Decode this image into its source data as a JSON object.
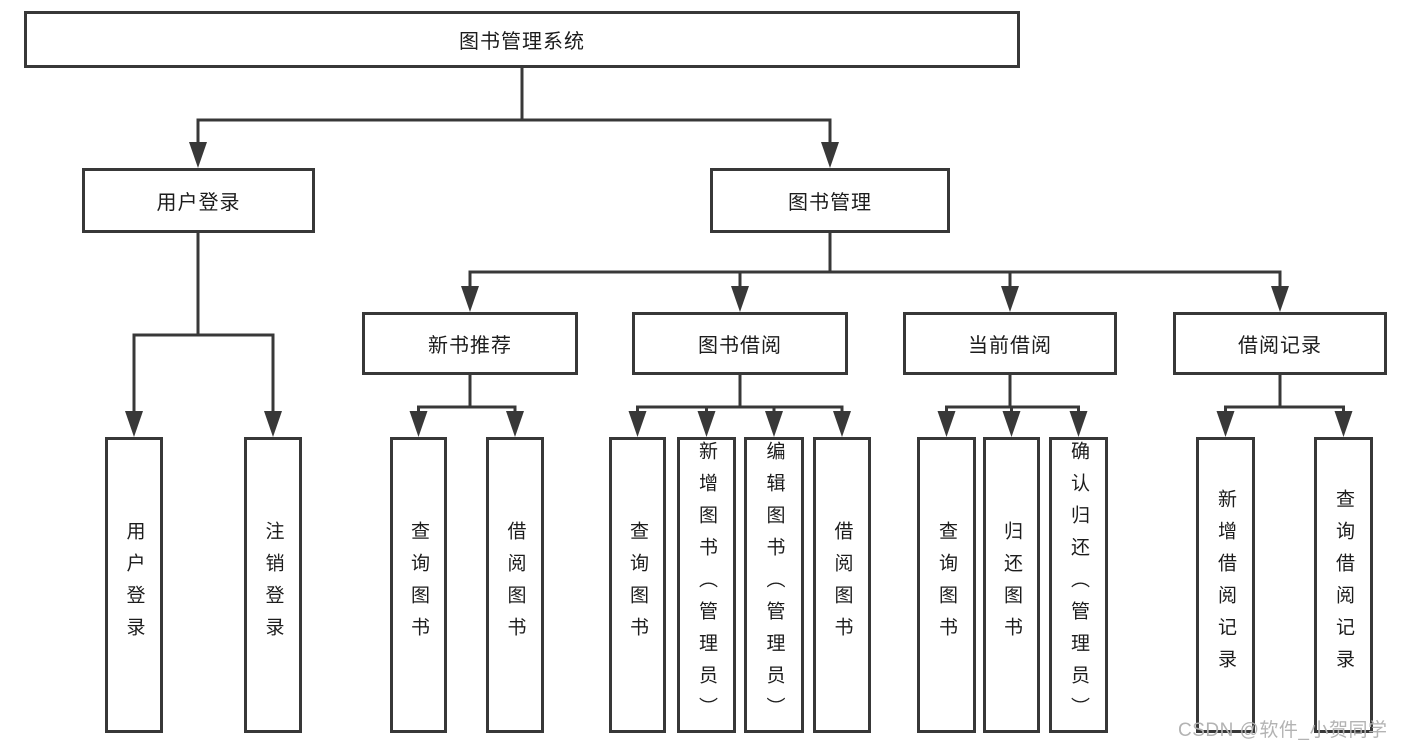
{
  "colors": {
    "line": "#383838",
    "box_background": "#ffffff",
    "text": "#1c1c1c",
    "watermark": "#b3b3b3"
  },
  "tree": {
    "root": "图书管理系统",
    "branches": [
      {
        "label": "用户登录",
        "children": [
          "用户登录",
          "注销登录"
        ]
      },
      {
        "label": "图书管理",
        "sections": [
          {
            "label": "新书推荐",
            "children": [
              "查询图书",
              "借阅图书"
            ]
          },
          {
            "label": "图书借阅",
            "children": [
              "查询图书",
              "新增图书（管理员）",
              "编辑图书（管理员）",
              "借阅图书"
            ]
          },
          {
            "label": "当前借阅",
            "children": [
              "查询图书",
              "归还图书",
              "确认归还（管理员）"
            ]
          },
          {
            "label": "借阅记录",
            "children": [
              "新增借阅记录",
              "查询借阅记录"
            ]
          }
        ]
      }
    ]
  },
  "watermark": {
    "text": "CSDN @软件_小贺同学"
  }
}
